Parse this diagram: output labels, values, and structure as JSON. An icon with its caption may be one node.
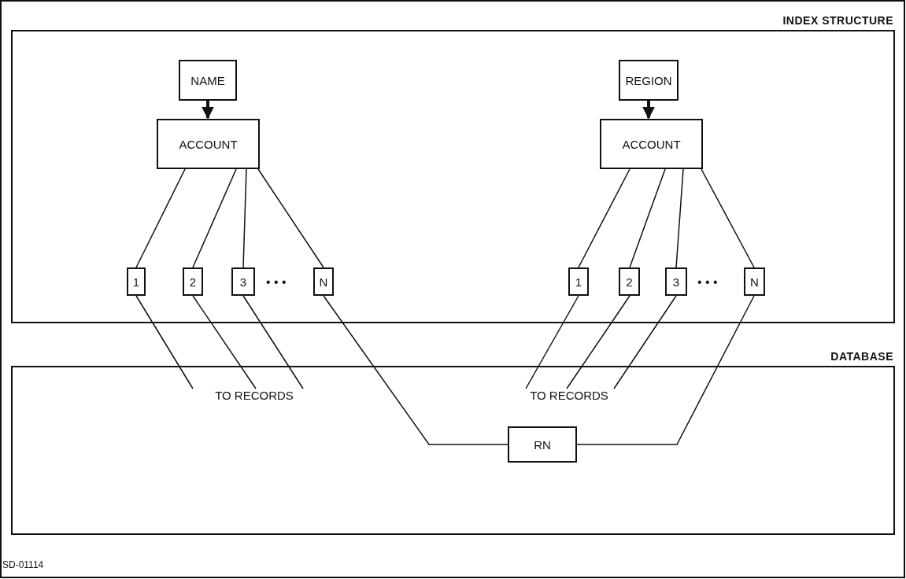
{
  "diagram": {
    "nodes": [
      {
        "text": [
          "INDEX STRUCTURE"
        ]
      },
      {
        "text": [
          "NAME"
        ],
        "in": 0
      },
      {
        "text": [
          "ACCOUNT"
        ],
        "in": 0
      },
      {
        "text": [
          "1"
        ],
        "in": 0
      },
      {
        "text": [
          "2"
        ],
        "in": 0
      },
      {
        "text": [
          "3"
        ],
        "in": 0
      },
      {
        "text": [
          "N"
        ],
        "in": 0
      },
      {
        "text": [
          "REGION"
        ],
        "in": 0
      },
      {
        "text": [
          "ACCOUNT"
        ],
        "in": 0
      },
      {
        "text": [
          "1"
        ],
        "in": 0
      },
      {
        "text": [
          "2"
        ],
        "in": 0
      },
      {
        "text": [
          "3"
        ],
        "in": 0
      },
      {
        "text": [
          "N"
        ],
        "in": 0
      },
      {
        "text": [
          "DATABASE"
        ]
      },
      {
        "text": [
          "TO RECORDS"
        ],
        "in": 13
      },
      {
        "text": [
          "TO RECORDS"
        ],
        "in": 13
      },
      {
        "text": [
          "RN"
        ],
        "in": 13
      }
    ],
    "edges": [
      {
        "from": 1,
        "to": 2,
        "arrow": "to",
        "style": "thick"
      },
      {
        "from": 2,
        "to": 3,
        "arrow": "none"
      },
      {
        "from": 2,
        "to": 4,
        "arrow": "none"
      },
      {
        "from": 2,
        "to": 5,
        "arrow": "none"
      },
      {
        "from": 2,
        "to": 6,
        "arrow": "none"
      },
      {
        "from": 7,
        "to": 8,
        "arrow": "to",
        "style": "thick"
      },
      {
        "from": 8,
        "to": 9,
        "arrow": "none"
      },
      {
        "from": 8,
        "to": 10,
        "arrow": "none"
      },
      {
        "from": 8,
        "to": 11,
        "arrow": "none"
      },
      {
        "from": 8,
        "to": 12,
        "arrow": "none"
      },
      {
        "from": 3,
        "to": 14,
        "arrow": "none"
      },
      {
        "from": 4,
        "to": 14,
        "arrow": "none"
      },
      {
        "from": 5,
        "to": 14,
        "arrow": "none"
      },
      {
        "from": 6,
        "to": 16,
        "arrow": "none"
      },
      {
        "from": 9,
        "to": 15,
        "arrow": "none"
      },
      {
        "from": 10,
        "to": 15,
        "arrow": "none"
      },
      {
        "from": 11,
        "to": 15,
        "arrow": "none"
      },
      {
        "from": 12,
        "to": 16,
        "arrow": "none"
      }
    ],
    "labels": [
      "• • •",
      "• • •",
      "SD-01114"
    ]
  }
}
